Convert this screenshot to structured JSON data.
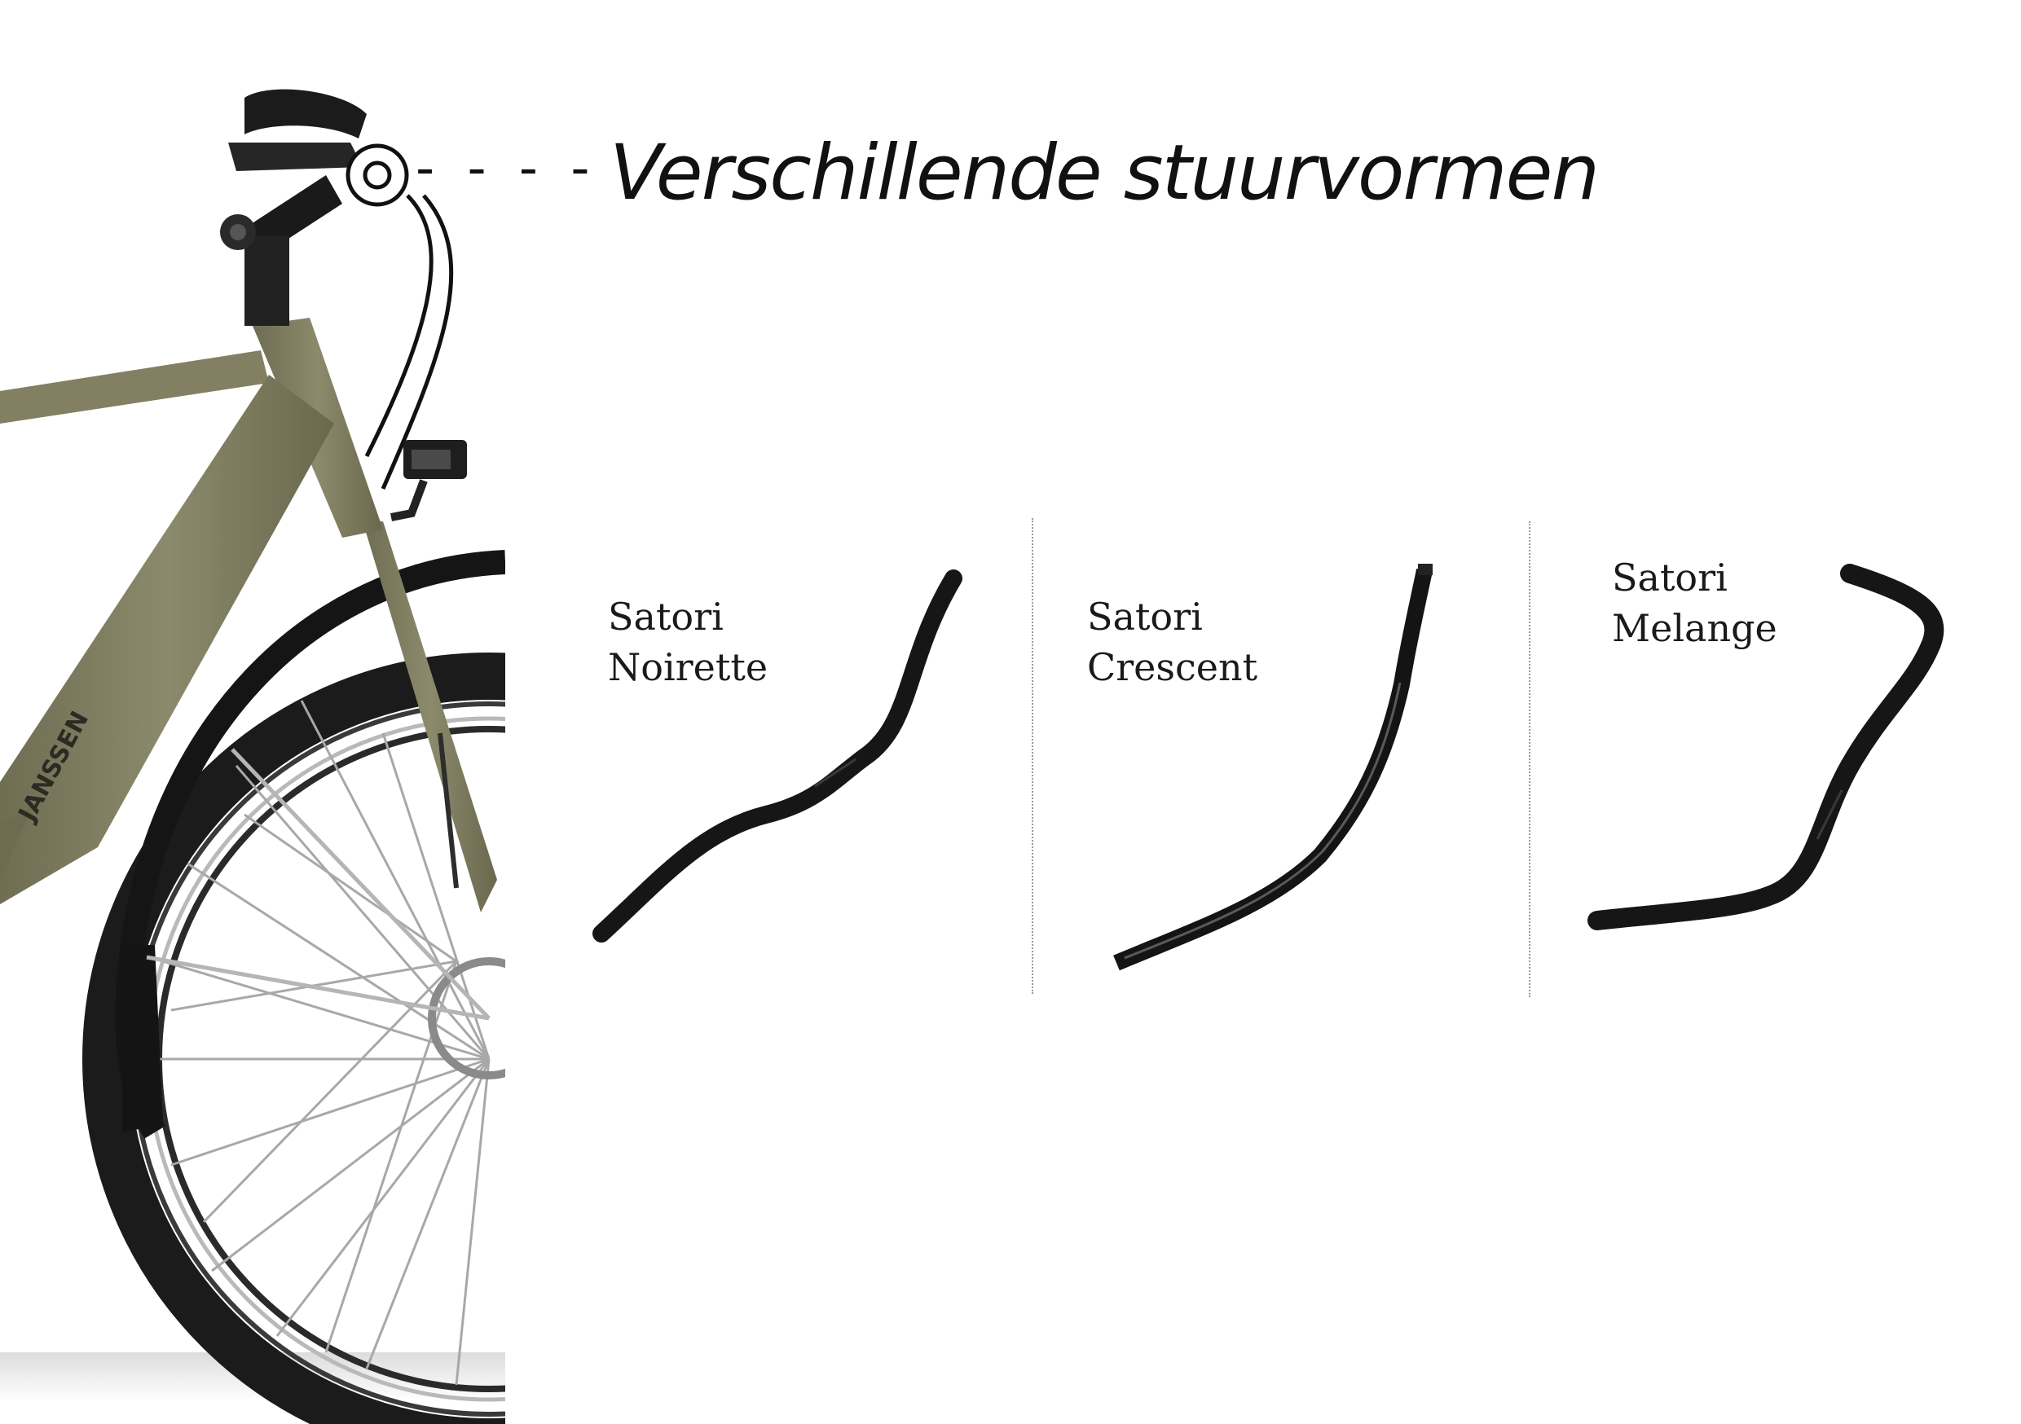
{
  "page": {
    "heading": "Verschillende stuurvormen",
    "callout_connector": "- - - -"
  },
  "handlebars": [
    {
      "line1": "Satori",
      "line2": "Noirette",
      "finish": "matte black"
    },
    {
      "line1": "Satori",
      "line2": "Crescent",
      "finish": "gloss black carbon"
    },
    {
      "line1": "Satori",
      "line2": "Melange",
      "finish": "matte black"
    }
  ],
  "bike_photo": {
    "frame_color": "#7c7a5c",
    "tire_color": "#1b1b1b",
    "brand_mark": "JANSSEN"
  },
  "colors": {
    "text": "#111111",
    "divider": "#9a9a9a",
    "handlebar": "#161616"
  }
}
